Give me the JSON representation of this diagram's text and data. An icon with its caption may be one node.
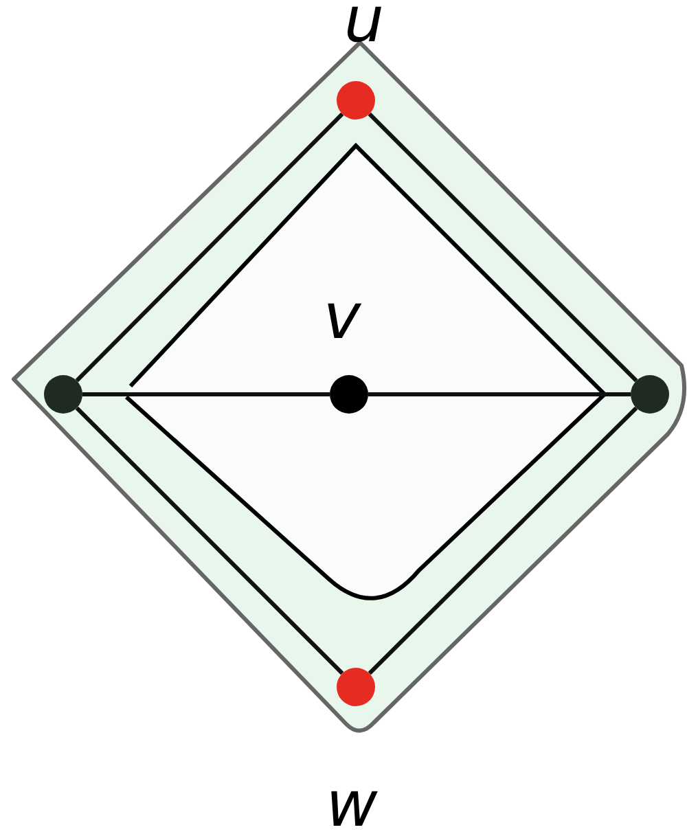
{
  "diagram": {
    "nodes": [
      {
        "text": [],
        "shape": "circle",
        "beside": [
          "u"
        ]
      },
      {
        "text": [],
        "shape": "circle"
      },
      {
        "text": [],
        "shape": "circle",
        "beside": [
          "v"
        ]
      },
      {
        "text": [],
        "shape": "circle"
      },
      {
        "text": [],
        "shape": "circle",
        "beside": [
          "w"
        ]
      }
    ],
    "edges": [
      {
        "from": 1,
        "to": 2,
        "arrow": "none"
      },
      {
        "from": 2,
        "to": 3,
        "arrow": "none"
      },
      {
        "from": 1,
        "to": 0,
        "arrow": "none"
      },
      {
        "from": 0,
        "to": 3,
        "arrow": "none"
      },
      {
        "from": 3,
        "to": 4,
        "arrow": "none"
      },
      {
        "from": 4,
        "to": 1,
        "arrow": "none"
      }
    ]
  }
}
